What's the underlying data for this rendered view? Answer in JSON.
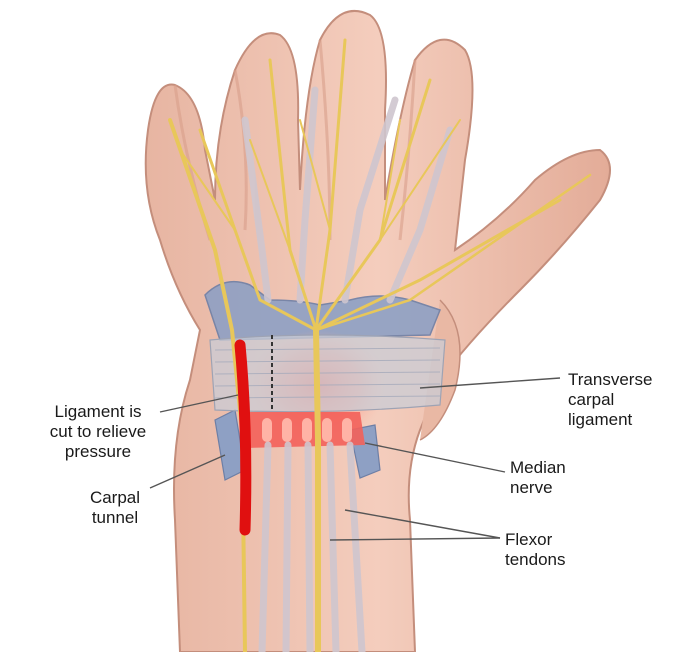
{
  "diagram": {
    "labels": {
      "transverse_carpal_ligament": "Transverse\ncarpal\nligament",
      "median_nerve": "Median\nnerve",
      "flexor_tendons": "Flexor\ntendons",
      "ligament_cut": "Ligament is\ncut to relieve\npressure",
      "carpal_tunnel": "Carpal\ntunnel"
    },
    "colors": {
      "skin": "#f0c7b5",
      "skin_shadow": "#d9a493",
      "nerve": "#e8c75a",
      "ligament": "#c9ccd6",
      "bone_blue": "#8ea0c4",
      "inflammation": "#f25a4a",
      "incision": "#e01010"
    }
  }
}
